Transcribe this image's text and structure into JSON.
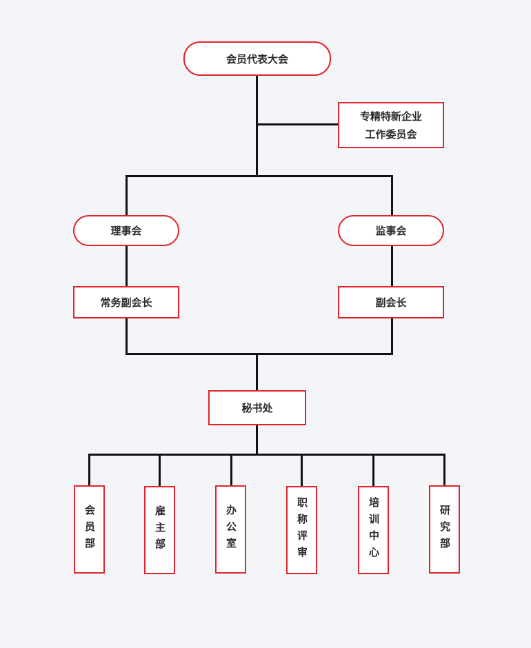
{
  "root": {
    "label": "会员代表大会"
  },
  "side_committee": {
    "line1": "专精特新企业",
    "line2": "工作委员会"
  },
  "council": {
    "label": "理事会"
  },
  "supervisory": {
    "label": "监事会"
  },
  "executive_vice_president": {
    "label": "常务副会长"
  },
  "vice_president": {
    "label": "副会长"
  },
  "secretariat": {
    "label": "秘书处"
  },
  "departments": [
    {
      "label": "会员部"
    },
    {
      "label": "雇主部"
    },
    {
      "label": "办公室"
    },
    {
      "label": "职称评审"
    },
    {
      "label": "培训中心"
    },
    {
      "label": "研究部"
    }
  ],
  "colors": {
    "border": "#e0242b",
    "line": "#111111",
    "background": "#f4f5f9"
  }
}
